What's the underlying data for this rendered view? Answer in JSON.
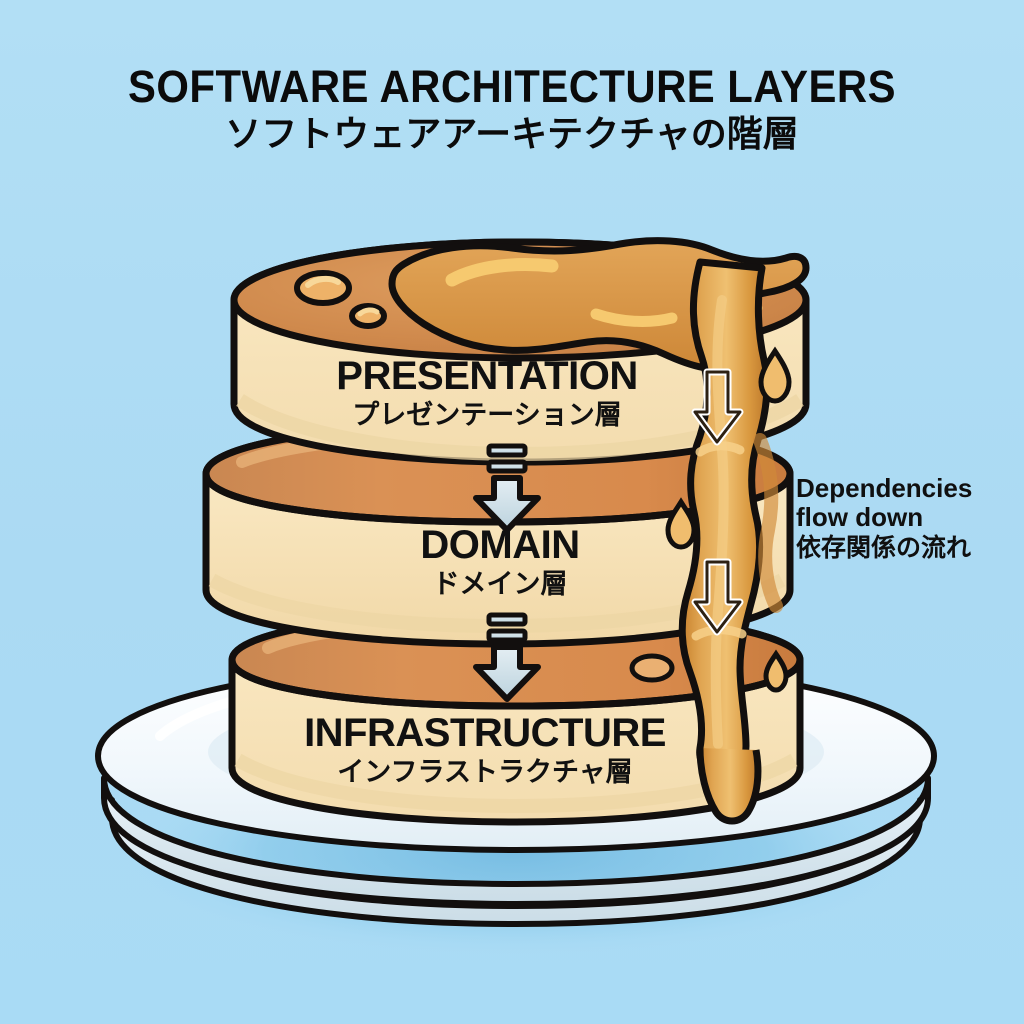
{
  "meta": {
    "illustration_style": "cartoon pancake stack diagram",
    "background_color": "#aedcf4"
  },
  "header": {
    "title_en": "SOFTWARE ARCHITECTURE LAYERS",
    "title_ja": "ソフトウェアアーキテクチャの階層"
  },
  "layers": [
    {
      "id": "presentation",
      "label_en": "PRESENTATION",
      "label_ja": "プレゼンテーション層",
      "order": 1,
      "body_color": "#f8e5bd",
      "top_color": "#d08a4d"
    },
    {
      "id": "domain",
      "label_en": "DOMAIN",
      "label_ja": "ドメイン層",
      "order": 2,
      "body_color": "#f8e5bd",
      "top_color": "#d58a4e"
    },
    {
      "id": "infrastructure",
      "label_en": "INFRASTRUCTURE",
      "label_ja": "インフラストラクチャ層",
      "order": 3,
      "body_color": "#f8e5bd",
      "top_color": "#d58a4e"
    }
  ],
  "annotation": {
    "line1_en": "Dependencies",
    "line2_en": "flow down",
    "line_ja": "依存関係の流れ"
  },
  "icons": {
    "down_arrow_between_layers": "down-arrow-icon",
    "dashed_marks": "dashed-track-icon",
    "syrup_arrow": "syrup-down-arrow-icon",
    "syrup_droplet": "droplet-icon"
  },
  "colors": {
    "background": "#aedcf4",
    "pancake_body": "#f8e5bd",
    "pancake_top_browned": "#d58a4e",
    "syrup": "#d99447",
    "syrup_highlight": "#f6c165",
    "outline": "#120f0e",
    "plate_white": "#f4fafe",
    "plate_shadow": "#cdd9e0",
    "arrow_fill": "#cfe0e8",
    "shadow_blue": "#7bc0e4"
  }
}
